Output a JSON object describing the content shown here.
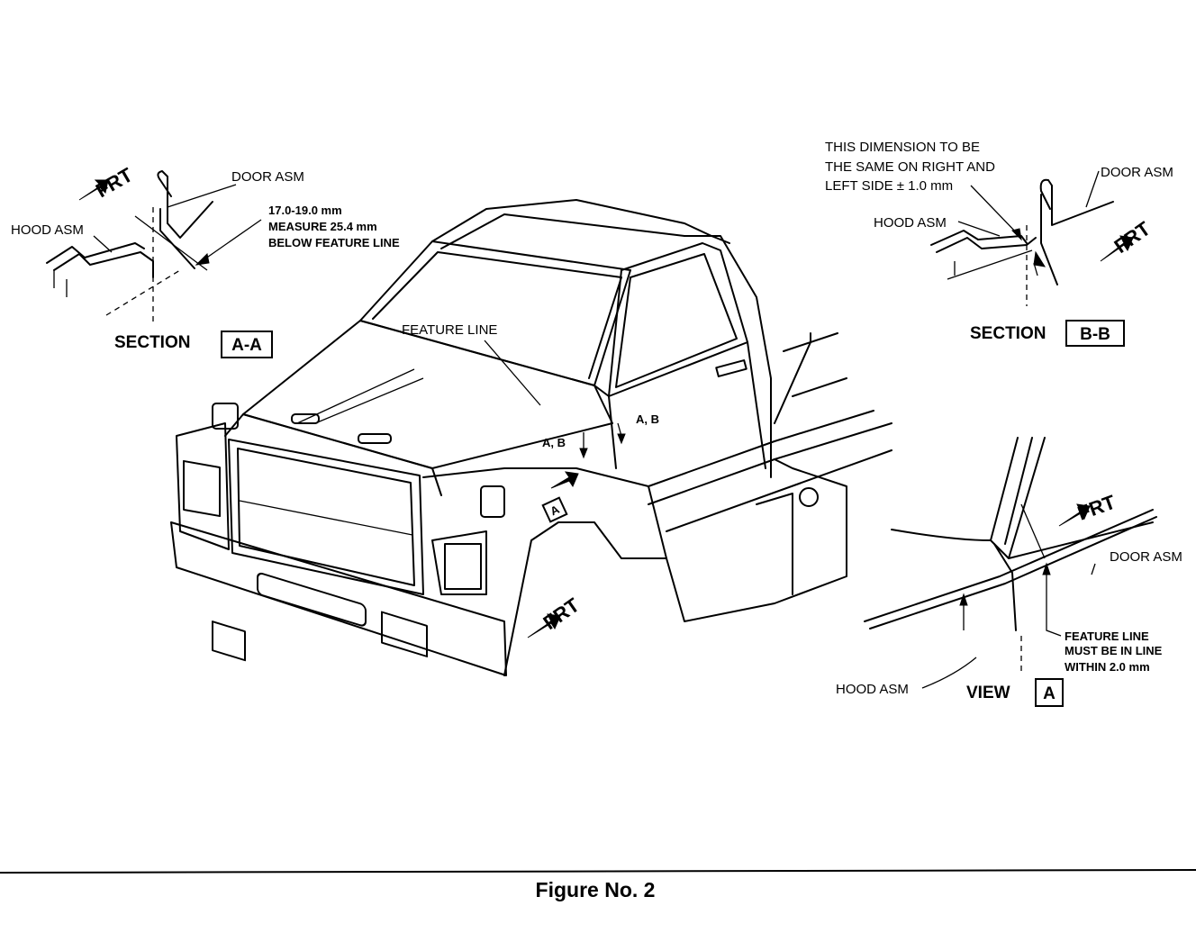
{
  "section_aa": {
    "title": "SECTION",
    "tag": "A-A",
    "front": "FRT",
    "door": "DOOR ASM",
    "hood": "HOOD ASM",
    "dim_line1": "17.0-19.0 mm",
    "dim_line2": "MEASURE 25.4 mm",
    "dim_line3": "BELOW FEATURE LINE"
  },
  "section_bb": {
    "title": "SECTION",
    "tag": "B-B",
    "front": "FRT",
    "door": "DOOR ASM",
    "hood": "HOOD ASM",
    "note_line1": "THIS DIMENSION TO BE",
    "note_line2": "THE SAME ON RIGHT AND",
    "note_line3": "LEFT SIDE ± 1.0 mm"
  },
  "truck": {
    "feature_line": "FEATURE LINE",
    "callout_left": "A, B",
    "callout_right": "A, B",
    "view_tag": "A",
    "front": "FRT"
  },
  "view_a": {
    "title": "VIEW",
    "tag": "A",
    "front": "FRT",
    "door": "DOOR ASM",
    "hood": "HOOD ASM",
    "note_line1": "FEATURE LINE",
    "note_line2": "MUST BE IN LINE",
    "note_line3": "WITHIN 2.0 mm"
  },
  "caption": "Figure No. 2"
}
